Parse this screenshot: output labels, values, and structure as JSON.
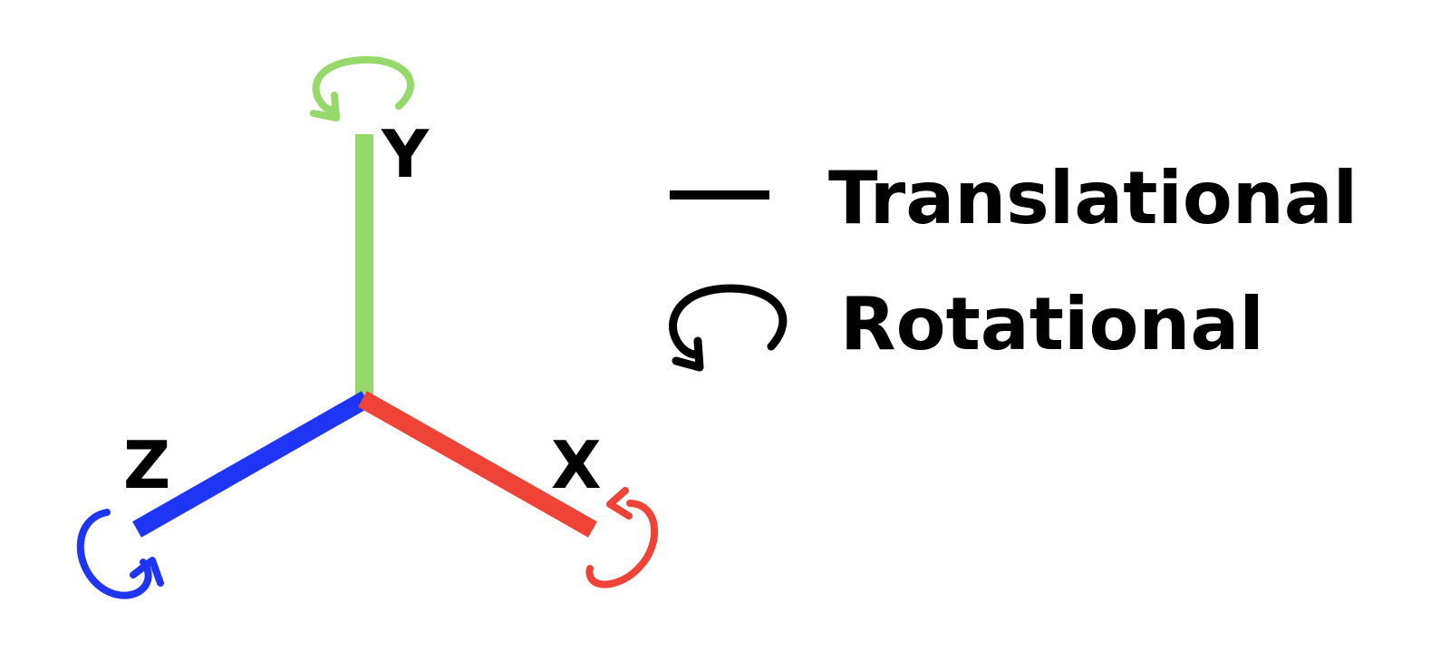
{
  "axes": {
    "y": {
      "label": "Y",
      "color": "#94d96a"
    },
    "z": {
      "label": "Z",
      "color": "#1f35f5"
    },
    "x": {
      "label": "X",
      "color": "#ee4336"
    }
  },
  "legend": {
    "translational": {
      "label": "Translational",
      "symbol": "line-icon"
    },
    "rotational": {
      "label": "Rotational",
      "symbol": "rotation-arrow-icon"
    }
  },
  "colors": {
    "background": "#ffffff",
    "text": "#000000"
  }
}
